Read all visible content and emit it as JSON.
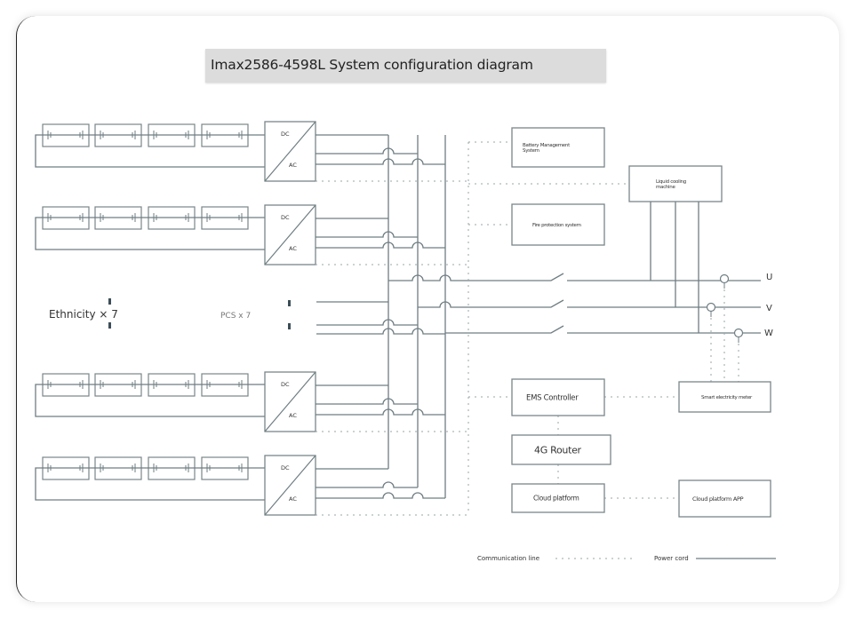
{
  "title": "Imax2586-4598L System configuration diagram",
  "pcs": {
    "dc_label": "DC",
    "ac_label": "AC"
  },
  "side_labels": {
    "ethnicity": "Ethnicity × 7",
    "pcs_count": "PCS x 7"
  },
  "boxes": {
    "bms": [
      "Battery Management",
      "System"
    ],
    "fire": "Fire protection system",
    "liquid": [
      "Liquid cooling",
      "machine"
    ],
    "ems": "EMS Controller",
    "router": "4G Router",
    "cloud": "Cloud platform",
    "meter": "Smart electricity meter",
    "app": "Cloud platform APP"
  },
  "phases": [
    "U",
    "V",
    "W"
  ],
  "legend": {
    "communication": "Communication line",
    "power": "Power cord"
  },
  "colors": {
    "line": "#6f7d82",
    "box": "#7a8588",
    "dot": "#9aa4a7",
    "title_bg": "#dcdcdc"
  }
}
